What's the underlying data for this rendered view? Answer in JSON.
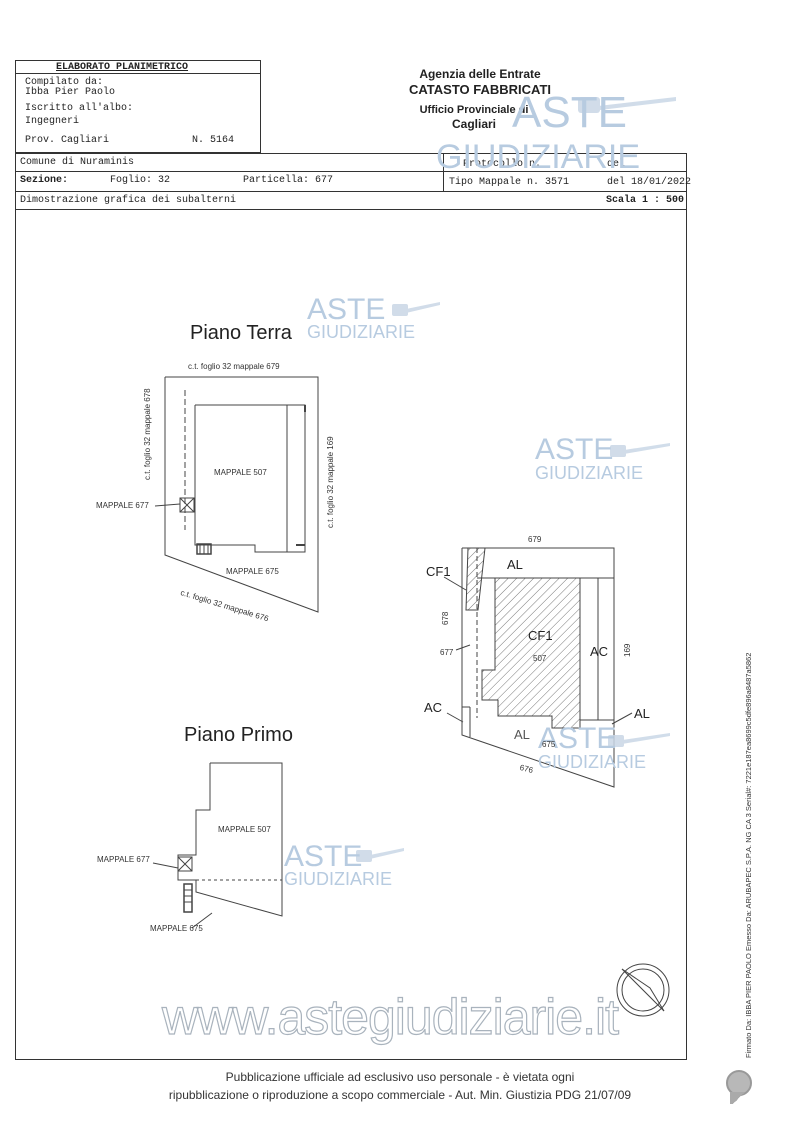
{
  "header": {
    "doc_title": "ELABORATO PLANIMETRICO",
    "compiled_by_label": "Compilato da:",
    "compiled_by": "Ibba Pier Paolo",
    "register_label": "Iscritto all'albo:",
    "register": "Ingegneri",
    "province_label": "Prov. Cagliari",
    "number": "N. 5164",
    "agency_line1": "Agenzia delle Entrate",
    "agency_line2": "CATASTO FABBRICATI",
    "agency_line3": "Ufficio Provinciale di",
    "agency_line4": "Cagliari",
    "comune": "Comune di Nuraminis",
    "sezione": "Sezione:",
    "foglio": "Foglio: 32",
    "particella": "Particella: 677",
    "protocollo": "Protocollo n.",
    "del_label": "del",
    "tipo_mappale": "Tipo Mappale n. 3571",
    "del_date": "del 18/01/2022",
    "dimostrazione": "Dimostrazione grafica dei subalterni",
    "scala": "Scala 1 : 500"
  },
  "watermark": {
    "line1": "ASTE",
    "line2": "GIUDIZIARIE",
    "url": "www.astegiudiziarie.it"
  },
  "piano_terra": {
    "title": "Piano Terra",
    "top_label": "c.t. foglio 32 mappale 679",
    "left_label": "c.t. foglio 32 mappale 678",
    "right_label": "c.t. foglio 32 mappale 169",
    "bottom_label": "c.t. foglio 32 mappale 676",
    "mappale_507": "MAPPALE 507",
    "mappale_677": "MAPPALE 677",
    "mappale_675": "MAPPALE 675"
  },
  "subalterni": {
    "n679": "679",
    "n678": "678",
    "n677": "677",
    "n169": "169",
    "n507": "507",
    "n675": "675",
    "n676": "676",
    "cf1_left": "CF1",
    "cf1_center": "CF1",
    "al_top": "AL",
    "al_right": "AL",
    "al_bottom": "AL",
    "ac_right": "AC",
    "ac_left": "AC"
  },
  "piano_primo": {
    "title": "Piano Primo",
    "mappale_507": "MAPPALE 507",
    "mappale_677": "MAPPALE 677",
    "mappale_675": "MAPPALE 675"
  },
  "footer": {
    "line1": "Pubblicazione ufficiale ad esclusivo uso personale - è vietata ogni",
    "line2": "ripubblicazione o riproduzione a scopo commerciale - Aut. Min. Giustizia PDG 21/07/09"
  },
  "signature": "Firmato Da: IBBA PIER PAOLO Emesso Da: ARUBAPEC S.P.A. NG CA 3 Serial#: 7221e187ea8699c5dfe896a8487a5862"
}
